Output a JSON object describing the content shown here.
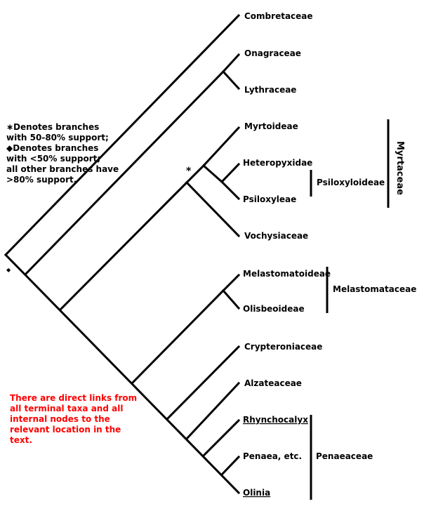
{
  "legend": {
    "line1": "∗Denotes branches",
    "line2": "with 50-80% support;",
    "line3": "◆Denotes branches",
    "line4": "with <50% support;",
    "line5": "all other branches have",
    "line6": ">80% support."
  },
  "note": {
    "text": "There are direct links from all terminal taxa and all internal nodes to the relevant location in the text.",
    "color": "#ff0000"
  },
  "taxa": {
    "combretaceae": "Combretaceae",
    "onagraceae": "Onagraceae",
    "lythraceae": "Lythraceae",
    "myrtoideae": "Myrtoideae",
    "heteropyxidae": "Heteropyxidae",
    "psiloxyleae": "Psiloxyleae",
    "vochysiaceae": "Vochysiaceae",
    "melastomatoideae": "Melastomatoideae",
    "olisbeoideae": "Olisbeoideae",
    "crypteroniaceae": "Crypteroniaceae",
    "alzateaceae": "Alzateaceae",
    "rhynchocalyx": "Rhynchocalyx",
    "penaea": "Penaea,",
    "penaea_suffix": " etc.",
    "olinia": "Olinia"
  },
  "groups": {
    "myrtaceae": "Myrtaceae",
    "psiloxyloideae": "Psiloxyloideae",
    "melastomataceae": "Melastomataceae",
    "penaeaceae": "Penaeaceae"
  },
  "markers": {
    "asterisk": "*",
    "diamond": "◆"
  }
}
